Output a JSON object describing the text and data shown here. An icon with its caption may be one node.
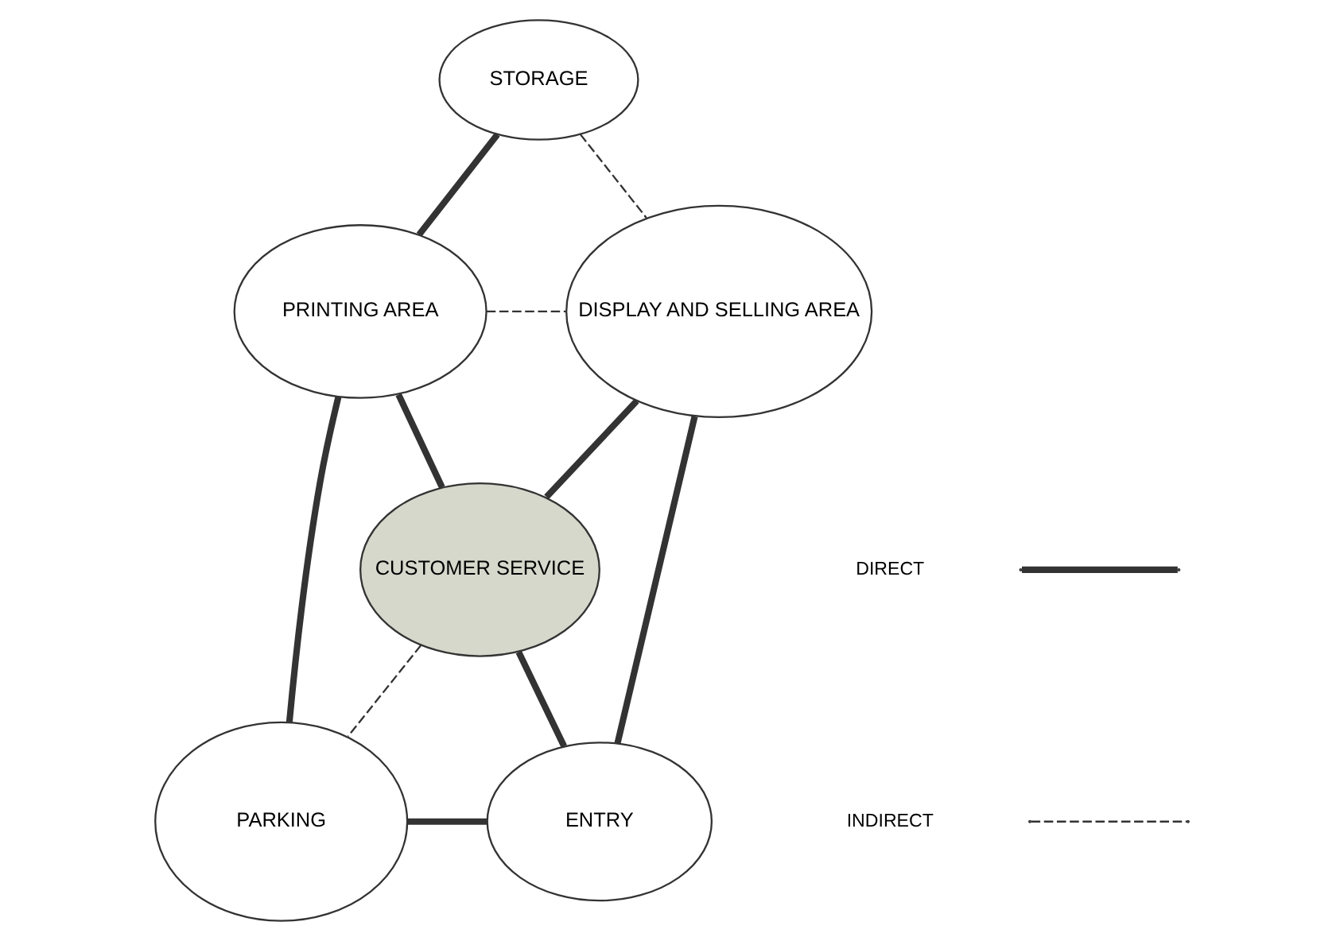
{
  "diagram": {
    "nodes": [
      {
        "text": [
          "STORAGE"
        ]
      },
      {
        "text": [
          "PRINTING AREA"
        ]
      },
      {
        "text": [
          "DISPLAY AND SELLING AREA"
        ]
      },
      {
        "text": [
          "CUSTOMER SERVICE"
        ]
      },
      {
        "text": [
          "PARKING"
        ]
      },
      {
        "text": [
          "ENTRY"
        ]
      }
    ],
    "edges": [
      {
        "from": 0,
        "to": 1,
        "arrow": "none"
      },
      {
        "from": 0,
        "to": 2,
        "arrow": "none",
        "style": "dashed"
      },
      {
        "from": 1,
        "to": 2,
        "arrow": "none",
        "style": "dashed"
      },
      {
        "from": 1,
        "to": 3,
        "arrow": "none"
      },
      {
        "from": 2,
        "to": 3,
        "arrow": "none"
      },
      {
        "from": 1,
        "to": 4,
        "arrow": "none"
      },
      {
        "from": 3,
        "to": 4,
        "arrow": "none",
        "style": "dashed"
      },
      {
        "from": 3,
        "to": 5,
        "arrow": "none"
      },
      {
        "from": 2,
        "to": 5,
        "arrow": "none"
      },
      {
        "from": 4,
        "to": 5,
        "arrow": "none"
      }
    ],
    "legend": [
      {
        "text": "DIRECT"
      },
      {
        "text": "INDIRECT"
      }
    ]
  }
}
